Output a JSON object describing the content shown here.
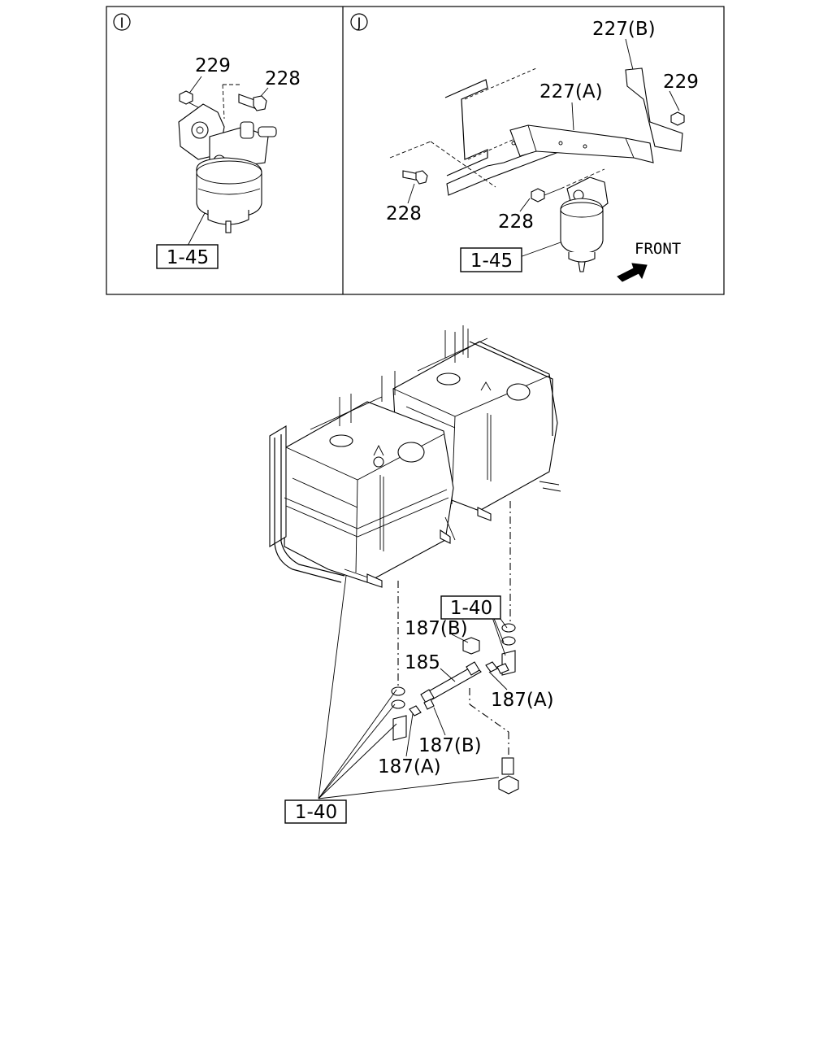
{
  "panels": [
    {
      "id": "I",
      "labels": {
        "bolt_a": "229",
        "bolt_b": "228"
      },
      "ref": "1-45"
    },
    {
      "id": "J",
      "labels": {
        "bracket_b": "227(B)",
        "nut": "229",
        "bracket_a": "227(A)",
        "bolt_left": "228",
        "bolt_right": "228"
      },
      "ref": "1-45",
      "front": "FRONT"
    }
  ],
  "main": {
    "ref_top": "1-40",
    "ref_bottom": "1-40",
    "labels": {
      "clip_b_top": "187(B)",
      "pipe": "185",
      "clip_a_right": "187(A)",
      "clip_b_mid": "187(B)",
      "clip_a_left": "187(A)"
    }
  }
}
